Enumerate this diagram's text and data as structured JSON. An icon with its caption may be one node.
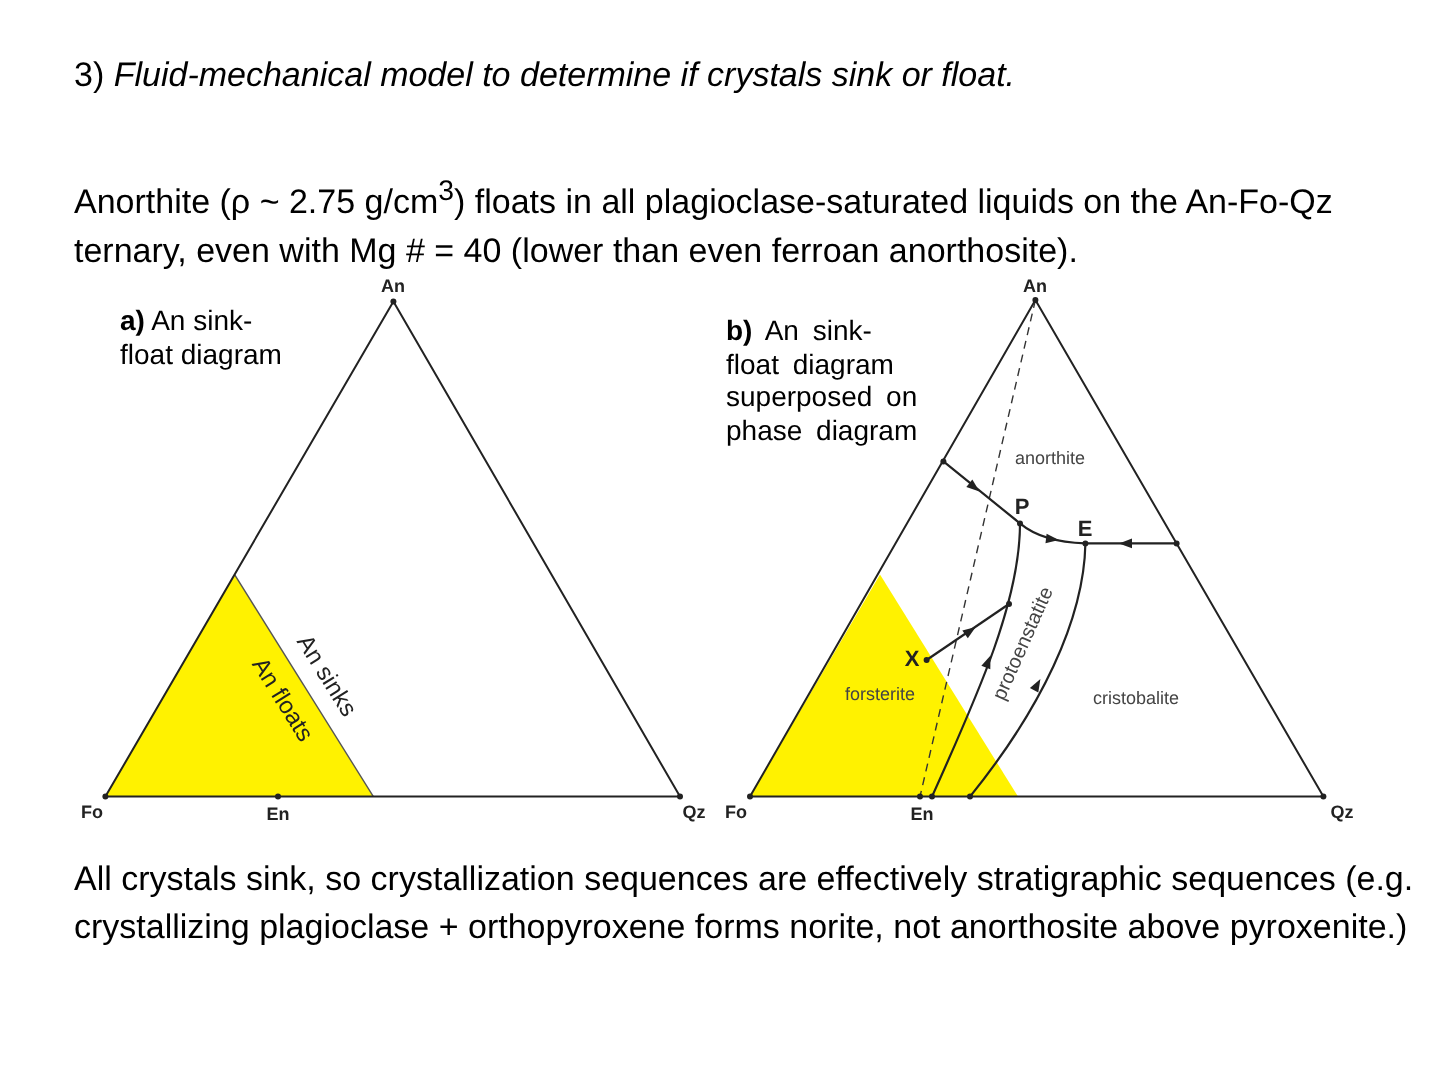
{
  "diagram": {
    "title": "3) *Fluid-mechanical model to determine if crystals sink or float.*",
    "caption": "All crystals sink, so crystallization sequences are effectively stratigraphic sequences (e.g. crystallizing plagioclase + orthopyroxene forms norite, not anorthosite above pyroxenite.)",
    "labels": [
      "Anorthite (ρ ~ 2.75 g/cm$^{3}$) floats in all plagioclase-saturated liquids on the An-Fo-Qz ternary, even with Mg # = 40 (lower than even ferroan anorthosite).",
      "**a)** An sink-float diagram",
      "An",
      "An sinks",
      "An floats",
      "Fo",
      "En",
      "Qz",
      "**b)** An sink-float diagram superposed on phase diagram",
      "An",
      "anorthite",
      "P",
      "E",
      "protoenstatite",
      "X",
      "forsterite",
      "cristobalite",
      "Fo",
      "En",
      "Qz"
    ]
  }
}
